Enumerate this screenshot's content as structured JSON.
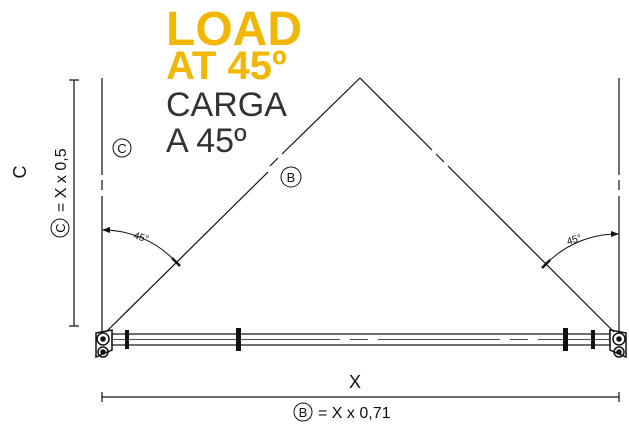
{
  "title": {
    "en_line1": "LOAD",
    "en_line2": "AT 45º",
    "es_line1": "CARGA",
    "es_line2": "A 45º"
  },
  "labels": {
    "marker_c": "C",
    "marker_b": "B",
    "dim_x": "X",
    "dim_c": "C",
    "formula_c": "= X x 0,5",
    "formula_b": "= X x 0,71",
    "angle_left": "45°",
    "angle_right": "45°"
  },
  "colors": {
    "accent": "#f2b705",
    "title_dark": "#333333",
    "line": "#111111"
  }
}
